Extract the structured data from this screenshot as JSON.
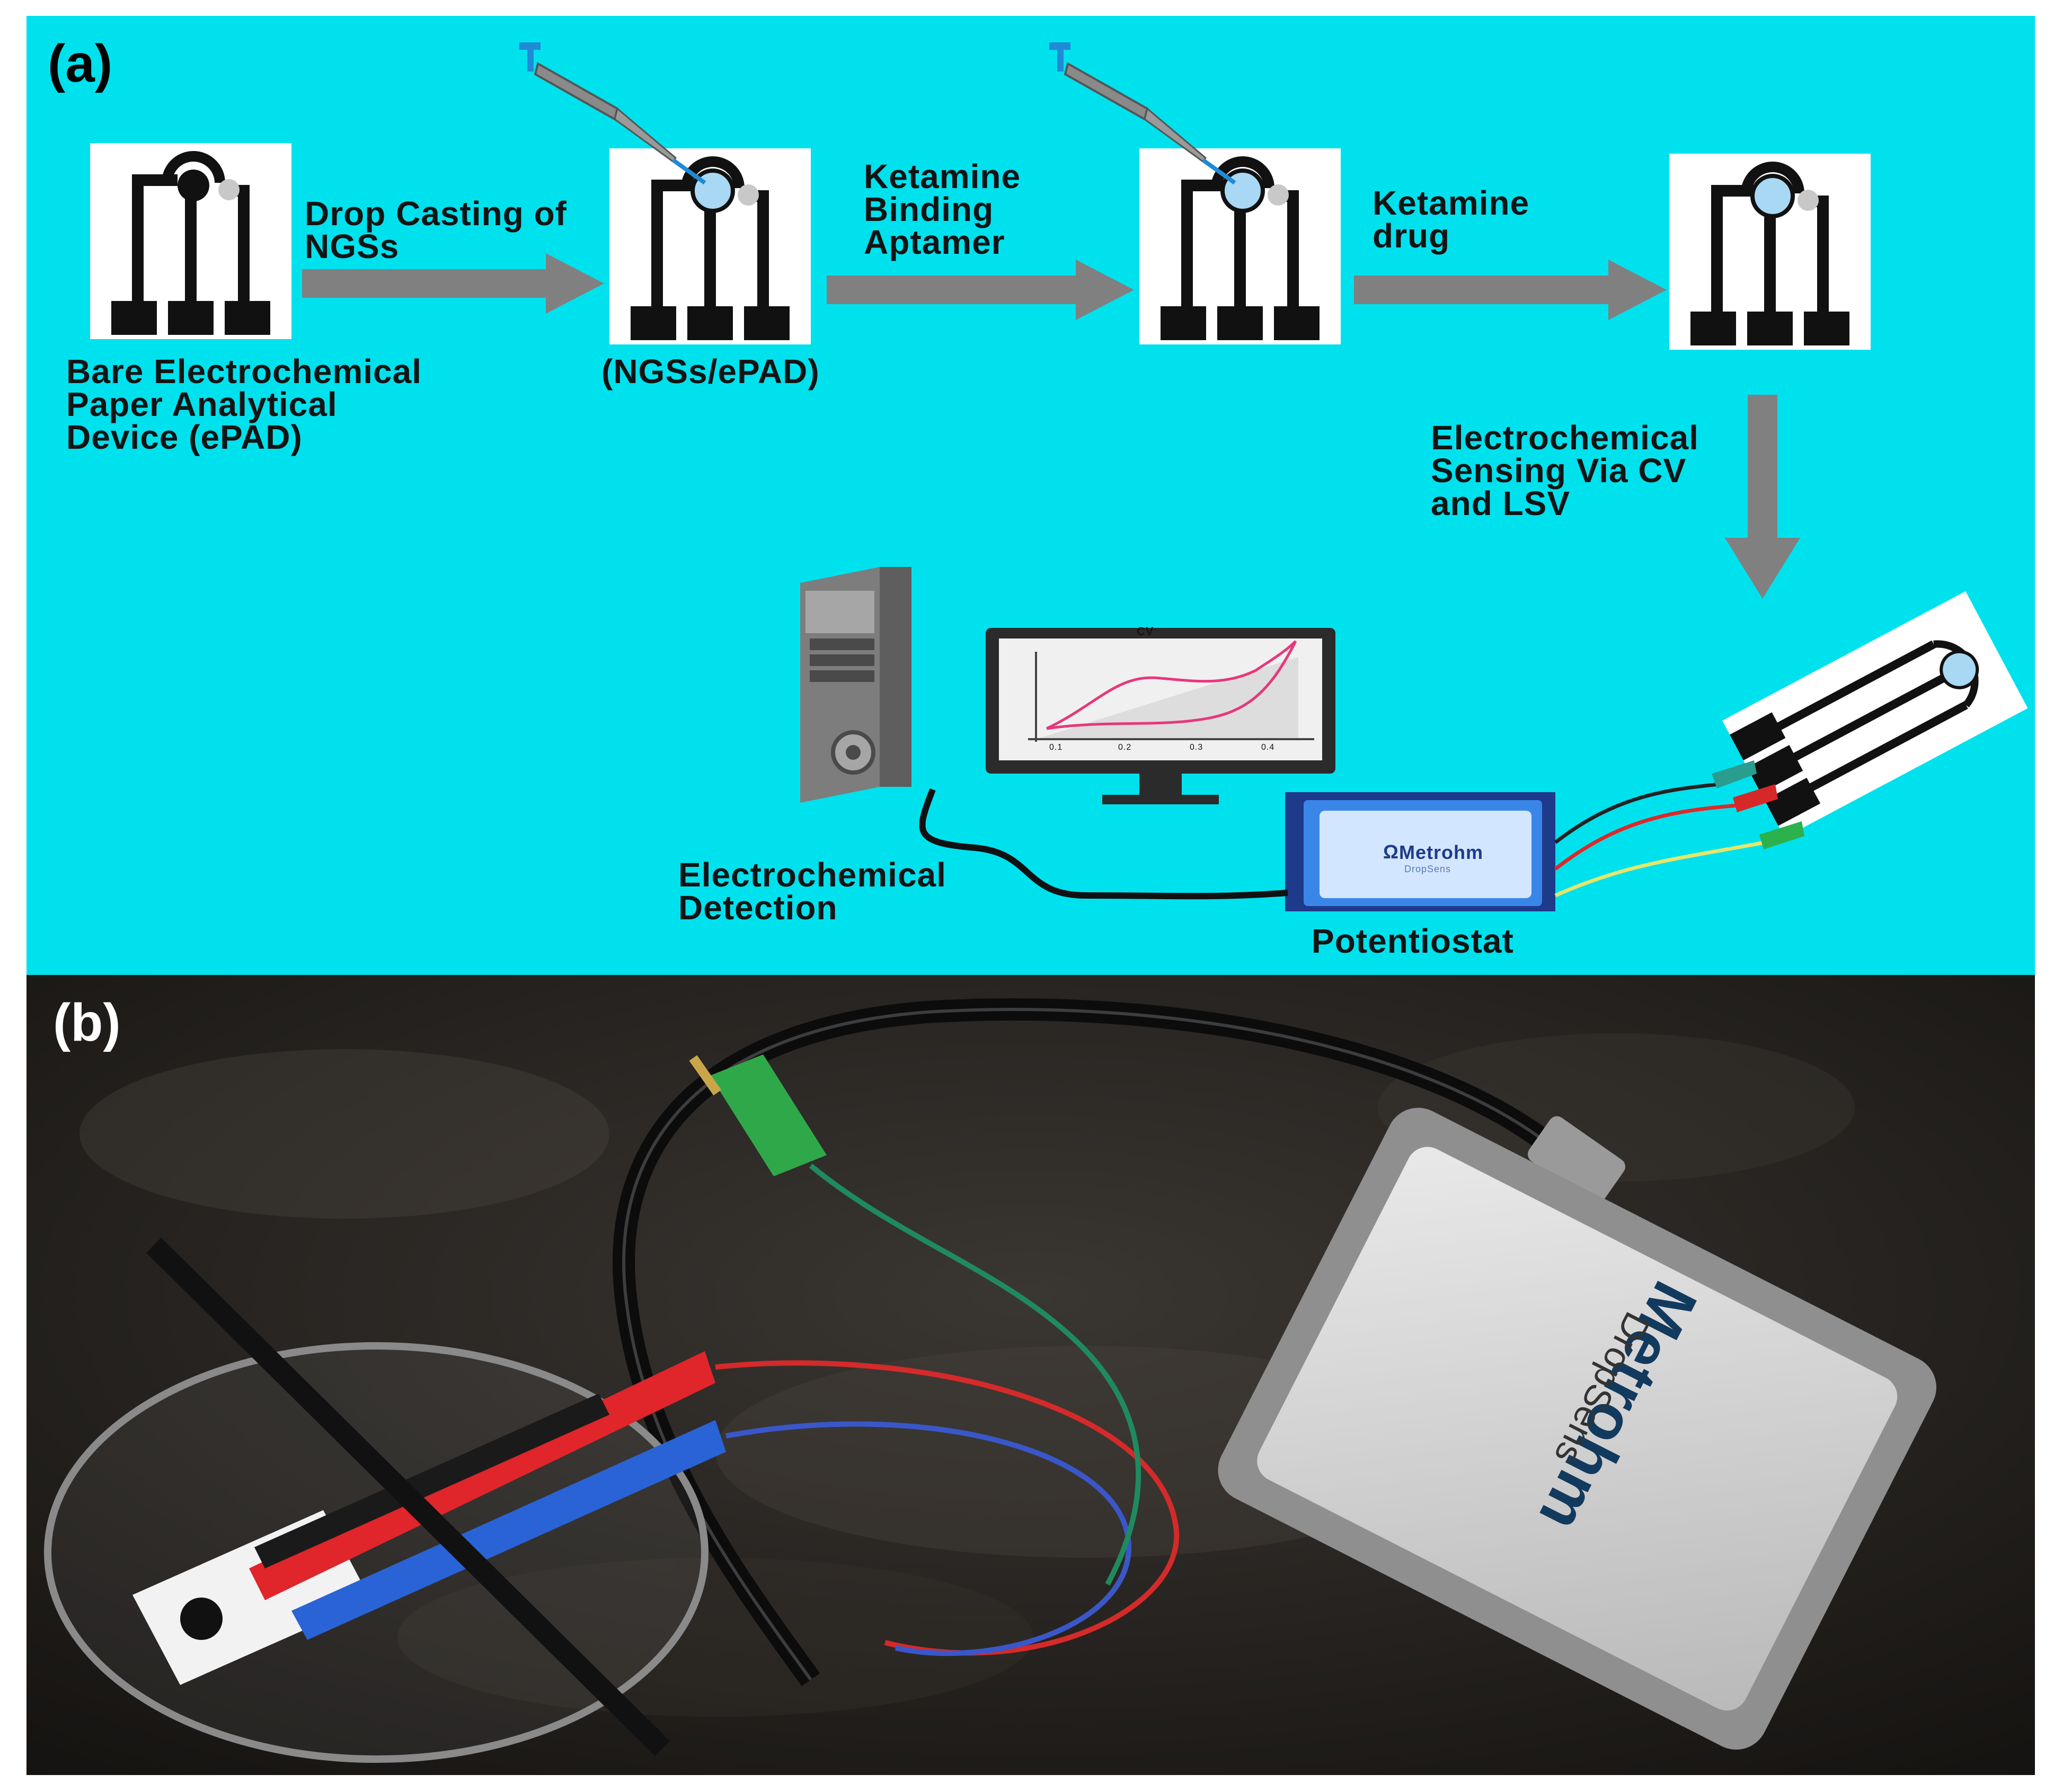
{
  "figure": {
    "panel_a": {
      "tag": "(a)",
      "steps": [
        {
          "label": "Bare Electrochemical\nPaper Analytical\nDevice (ePAD)"
        },
        {
          "label": "(NGSs/ePAD)"
        }
      ],
      "arrows": [
        {
          "label": "Drop Casting of\nNGSs"
        },
        {
          "label": "Ketamine\nBinding\nAptamer"
        },
        {
          "label": "Ketamine\ndrug"
        },
        {
          "label": "Electrochemical\nSensing Via CV\nand LSV"
        }
      ],
      "monitor_chart_title": "CV",
      "monitor_ticks": [
        "0.1",
        "0.2",
        "0.3",
        "0.4"
      ],
      "computer_label": "Electrochemical\nDetection",
      "potentiostat_label": "Potentiostat",
      "potentiostat_brand": "Metrohm",
      "potentiostat_sub": "DropSens"
    },
    "panel_b": {
      "tag": "(b)",
      "device_brand": "Metrohm",
      "device_sub": "DropSens"
    },
    "colors": {
      "panel_a_bg": "#00e1ee",
      "arrow": "#808080",
      "electrode": "#111111",
      "droplet": "#a8d8f4",
      "cv_curve": "#e8377a"
    }
  }
}
